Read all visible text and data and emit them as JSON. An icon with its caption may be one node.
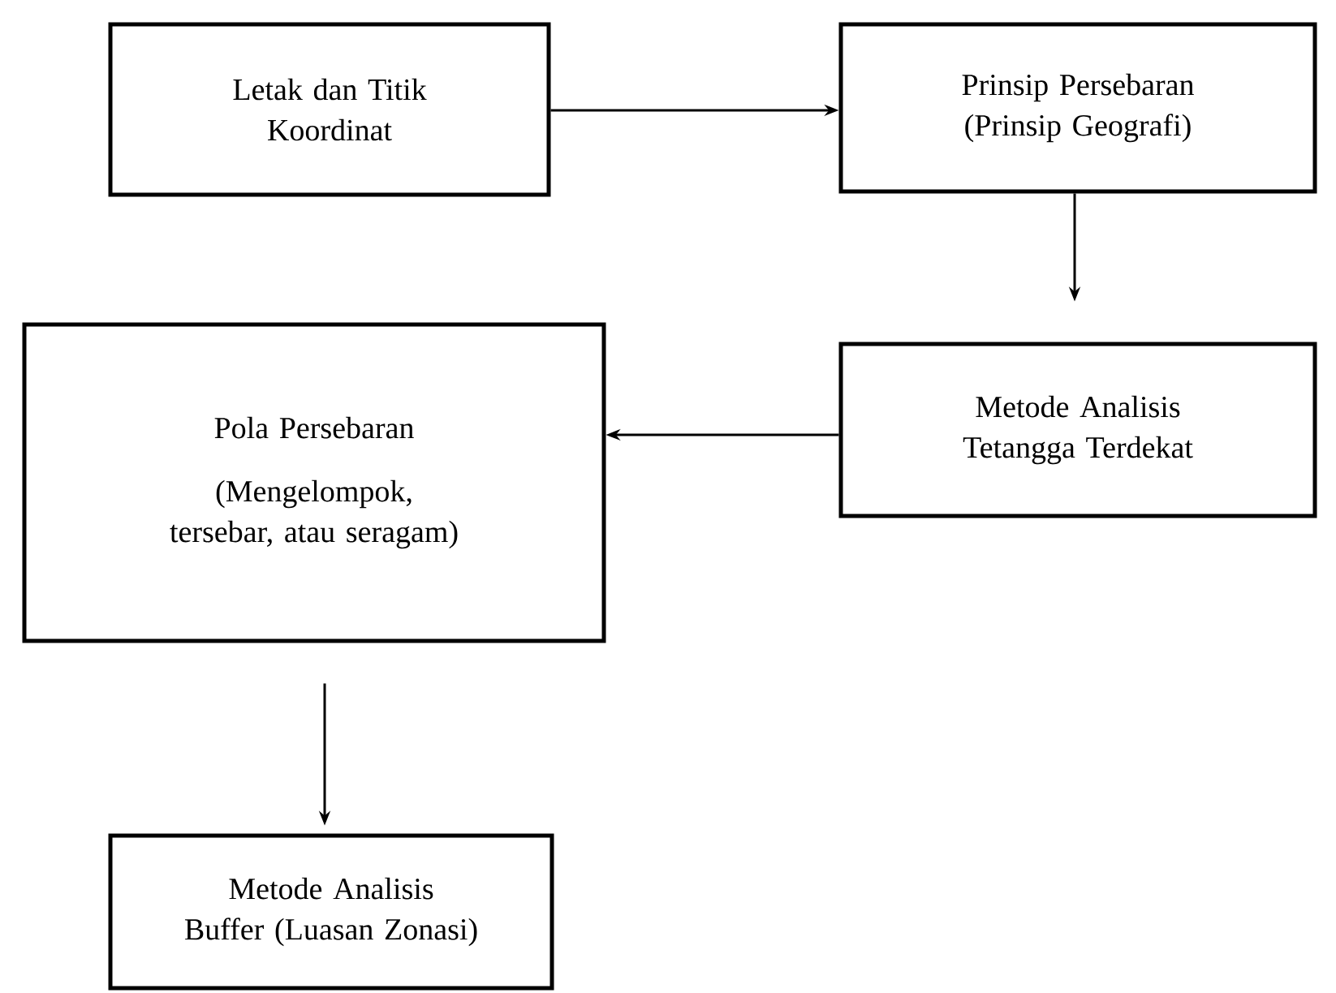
{
  "diagram": {
    "nodes": [
      {
        "text": [
          "Letak dan Titik Koordinat"
        ]
      },
      {
        "text": [
          "Prinsip Persebaran (Prinsip Geografi)"
        ]
      },
      {
        "text": [
          "Metode Analisis Tetangga Terdekat"
        ]
      },
      {
        "text": [
          "Pola Persebaran",
          "(Mengelompok, tersebar, atau seragam)"
        ]
      },
      {
        "text": [
          "Metode Analisis Buffer (Luasan Zonasi)"
        ]
      }
    ],
    "edges": [
      {
        "from": 0,
        "to": 1,
        "arrow": "to"
      },
      {
        "from": 1,
        "to": 2,
        "arrow": "to"
      },
      {
        "from": 2,
        "to": 3,
        "arrow": "to"
      },
      {
        "from": 3,
        "to": 4,
        "arrow": "to"
      }
    ]
  }
}
